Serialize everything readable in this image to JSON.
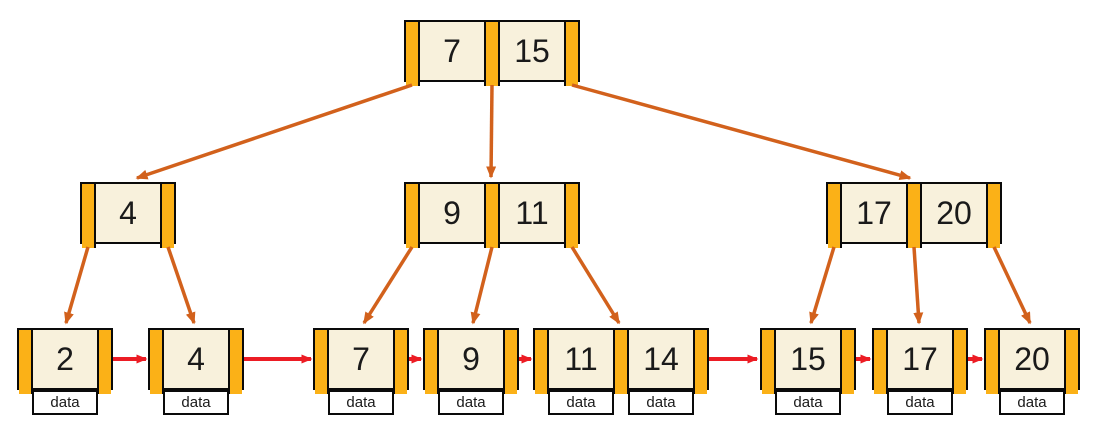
{
  "diagram_type": "b-plus-tree",
  "labels": {
    "data": "data"
  },
  "colors": {
    "pointer_gold": "#FBB117",
    "node_cream": "#F8F1DC",
    "tree_arrow_orange": "#D2611C",
    "leaf_link_red": "#EC1C24",
    "border_black": "#0A0A0A",
    "background": "#FFFFFF"
  },
  "nodes": {
    "root": {
      "keys": [
        "7",
        "15"
      ]
    },
    "internal": [
      {
        "keys": [
          "4"
        ]
      },
      {
        "keys": [
          "9",
          "11"
        ]
      },
      {
        "keys": [
          "17",
          "20"
        ]
      }
    ],
    "leaves": [
      {
        "keys": [
          "2"
        ]
      },
      {
        "keys": [
          "4"
        ]
      },
      {
        "keys": [
          "7"
        ]
      },
      {
        "keys": [
          "9"
        ]
      },
      {
        "keys": [
          "11",
          "14"
        ]
      },
      {
        "keys": [
          "15"
        ]
      },
      {
        "keys": [
          "17"
        ]
      },
      {
        "keys": [
          "20"
        ]
      }
    ]
  },
  "links": {
    "root_children": [
      "4",
      "9|11",
      "17|20"
    ],
    "internal_children": {
      "4": [
        "2",
        "4"
      ],
      "9|11": [
        "7",
        "9",
        "11|14"
      ],
      "17|20": [
        "15",
        "17",
        "20"
      ]
    },
    "leaf_chain": [
      "2",
      "4",
      "7",
      "9",
      "11|14",
      "15",
      "17",
      "20"
    ]
  }
}
